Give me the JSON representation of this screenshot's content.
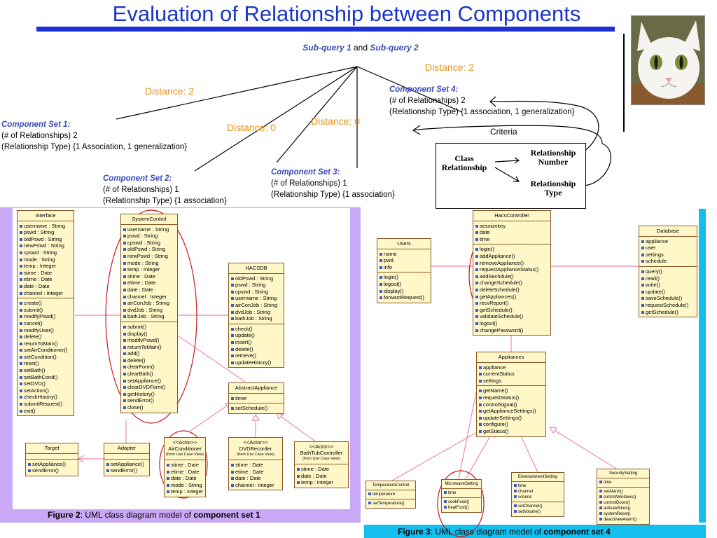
{
  "title": "Evaluation of Relationship between Components",
  "subquery": {
    "a": "Sub-query 1",
    "and": "and",
    "b": "Sub-query 2"
  },
  "distances": [
    "Distance: 2",
    "Distance: 2",
    "Distance: 0",
    "Distance: 0"
  ],
  "component_sets": [
    {
      "heading": "Component Set 1:",
      "count": "(# of Relationships) 2",
      "type": "(Relationship Type) {1 Association, 1 generalization}"
    },
    {
      "heading": "Component Set 2:",
      "count": "(# of Relationships) 1",
      "type": "(Relationship Type) {1 association}"
    },
    {
      "heading": "Component Set 3:",
      "count": "(# of Relationships) 1",
      "type": "(Relationship Type) {1 association}"
    },
    {
      "heading": "Component Set 4:",
      "count": "(# of Relationships) 2",
      "type": "(Relationship Type) {1 association, 1 generalization}"
    }
  ],
  "criteria": {
    "label": "Criteria",
    "left_line1": "Class",
    "left_line2": "Relationship",
    "right1_line1": "Relationship",
    "right1_line2": "Number",
    "right2_line1": "Relationship",
    "right2_line2": "Type"
  },
  "figure2": {
    "caption_prefix": "Figure 2",
    "caption_mid": ": UML class diagram model of ",
    "caption_bold": "component set 1",
    "classes": {
      "interface": {
        "name": "Interface",
        "attrs": [
          "username : String",
          "pswd : String",
          "oldPswd : String",
          "newPswd : String",
          "cpswd : String",
          "mode : String",
          "temp : Integer",
          "stime : Date",
          "etime : Date",
          "date : Date",
          "channel : Integer"
        ],
        "ops": [
          "create()",
          "submit()",
          "modifyPswd()",
          "cancel()",
          "modifyUser()",
          "delete()",
          "returnToMain()",
          "setAirConditioner()",
          "setCondition()",
          "reset()",
          "setBath()",
          "setBathCond()",
          "setDVD()",
          "setAction()",
          "checkHistory()",
          "submitRequest()",
          "exit()"
        ]
      },
      "systemcontrol": {
        "name": "SystemControl",
        "attrs": [
          "username : String",
          "pswd : String",
          "cpswd : String",
          "oldPswd : String",
          "newPswd : String",
          "mode : String",
          "temp : Integer",
          "stime : Date",
          "etime : Date",
          "date : Date",
          "channel : Integer",
          "airConJob : String",
          "dvdJob : String",
          "bathJob : String"
        ],
        "ops": [
          "submit()",
          "display()",
          "modifyPswd()",
          "returnToMain()",
          "add()",
          "delete()",
          "clearForm()",
          "clearBath()",
          "setAppliance()",
          "clearDVDForm()",
          "getHistory()",
          "sendError()",
          "close()"
        ]
      },
      "hacsdb": {
        "name": "HACSDB",
        "attrs": [
          "oldPswd : String",
          "pswd : String",
          "cpswd : String",
          "username : String",
          "airConJob : String",
          "dvdJob : String",
          "bathJob : String"
        ],
        "ops": [
          "check()",
          "update()",
          "insert()",
          "delete()",
          "retrieve()",
          "updateHistory()"
        ]
      },
      "abstract": {
        "name": "AbstractAppliance",
        "attrs": [
          "timer"
        ],
        "ops": [
          "setSchedule()"
        ]
      },
      "target": {
        "name": "Target",
        "ops": [
          "setAppliance()",
          "sendError()"
        ]
      },
      "adapter": {
        "name": "Adapter",
        "ops": [
          "setAppliance()",
          "sendError()"
        ]
      },
      "aircon": {
        "stereo": "<<Actor>>",
        "name": "AirConditioner",
        "from": "(from Use Case View)",
        "attrs": [
          "stime : Date",
          "etime : Date",
          "date : Date",
          "mode : String",
          "temp : Integer"
        ]
      },
      "dvd": {
        "stereo": "<<Actor>>",
        "name": "DVDRecorder",
        "from": "(from Use Case View)",
        "attrs": [
          "stime : Date",
          "etime : Date",
          "date : Date",
          "channel : integer"
        ]
      },
      "bath": {
        "stereo": "<<Actor>>",
        "name": "BathTubController",
        "from": "(from Use Case View)",
        "attrs": [
          "stime : Date",
          "date : Date",
          "temp : integer"
        ]
      }
    }
  },
  "figure3": {
    "caption_prefix": "Figure 3",
    "caption_mid": ": UML class diagram model of ",
    "caption_bold": "component set 4",
    "classes": {
      "hacs": {
        "name": "HacsController",
        "attrs": [
          "sessionkey",
          "date",
          "time"
        ],
        "ops": [
          "login()",
          "addAppliance()",
          "removeAppliance()",
          "requestApplianceStatus()",
          "addSechdule()",
          "changeSchedule()",
          "deleteSchedule()",
          "getAppliances()",
          "recvReport()",
          "getSchedule()",
          "validateSchedule()",
          "logout()",
          "changePassword()"
        ]
      },
      "users": {
        "name": "Users",
        "attrs": [
          "name",
          "pwd",
          "info"
        ],
        "ops": [
          "login()",
          "logout()",
          "display()",
          "forwardRequest()"
        ]
      },
      "database": {
        "name": "Database",
        "attrs": [
          "appliance",
          "user",
          "settings",
          "schedule"
        ],
        "ops": [
          "query()",
          "read()",
          "write()",
          "update()",
          "saveSchedule()",
          "requestSchedule()",
          "getSchedule()"
        ]
      },
      "appliances": {
        "name": "Appliances",
        "attrs": [
          "appliance",
          "currentStatus",
          "settings"
        ],
        "ops": [
          "getName()",
          "requestStatus()",
          "controlSignal()",
          "getApplianceSettings()",
          "updateSettings()",
          "configure()",
          "getStatus()"
        ]
      },
      "temp": {
        "name": "TemperatureControl",
        "attrs": [
          "temperature"
        ],
        "ops": [
          "setTemperature()"
        ]
      },
      "micro": {
        "name": "MicrowaveSetting",
        "attrs": [
          "time"
        ],
        "ops": [
          "cookFood()",
          "heatFood()"
        ]
      },
      "ent": {
        "name": "EntertainmentSetting",
        "attrs": [
          "time",
          "channel",
          "volume"
        ],
        "ops": [
          "setChannel()",
          "setVolume()"
        ]
      },
      "sec": {
        "name": "SecuritySetting",
        "attrs": [
          "time"
        ],
        "ops": [
          "setAlarm()",
          "controlWindows()",
          "controlDoors()",
          "activateSiren()",
          "systemReset()",
          "deactivateAlarm()"
        ]
      }
    }
  }
}
